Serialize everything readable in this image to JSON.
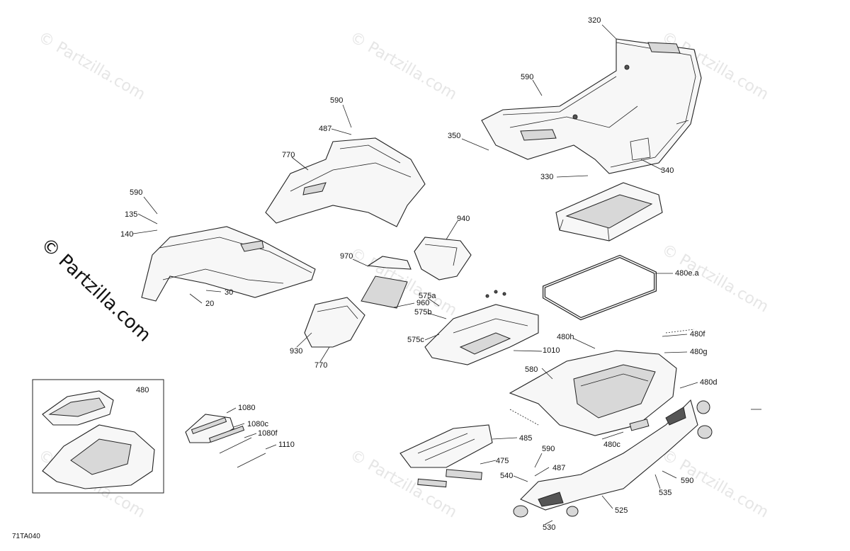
{
  "diagram": {
    "reference_code": "71TA040",
    "watermark_text": "© Partzilla.com",
    "watermark_large": "© Partzilla.com",
    "labels": {
      "l320": "320",
      "l590a": "590",
      "l350": "350",
      "l330": "330",
      "l340": "340",
      "l590b": "590",
      "l487a": "487",
      "l770a": "770",
      "l590c": "590",
      "l135": "135",
      "l140": "140",
      "l30": "30",
      "l20": "20",
      "l940": "940",
      "l970": "970",
      "l960": "960",
      "l930": "930",
      "l770b": "770",
      "l575a": "575a",
      "l575b": "575b",
      "l575c": "575c",
      "l1010": "1010",
      "l480ea": "480e.a",
      "l480h": "480h",
      "l480f": "480f",
      "l480g": "480g",
      "l580": "580",
      "l480d": "480d",
      "l480": "480",
      "l1080": "1080",
      "l1080c": "1080c",
      "l1080f": "1080f",
      "l1110": "1110",
      "l485": "485",
      "l480c": "480c",
      "l590d": "590",
      "l487b": "487",
      "l475": "475",
      "l540": "540",
      "l590e": "590",
      "l535": "535",
      "l525": "525",
      "l530": "530"
    }
  }
}
